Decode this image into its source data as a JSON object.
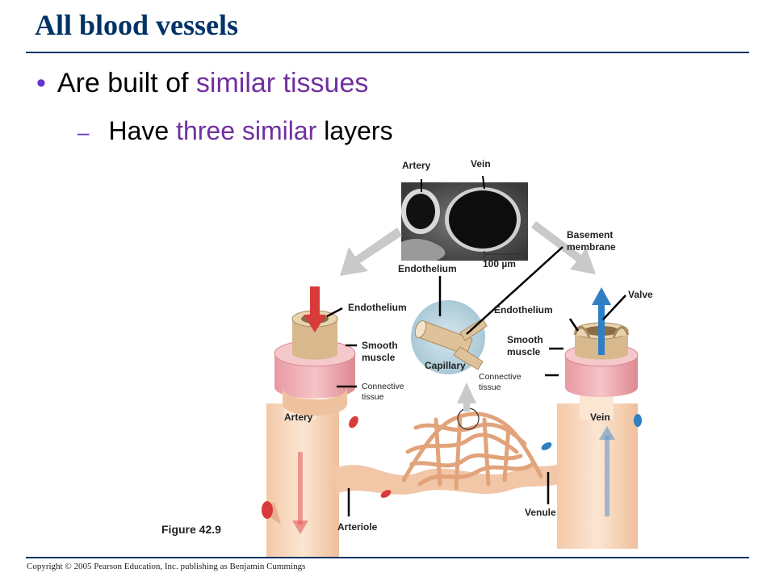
{
  "slide": {
    "title": "All blood vessels",
    "bullet1": {
      "pre": "Are built of ",
      "highlight": "similar tissues",
      "post": ""
    },
    "bullet2": {
      "pre": "Have ",
      "highlight": "three similar",
      "post": " layers"
    },
    "figure_caption": "Figure 42.9",
    "copyright": "Copyright © 2005 Pearson Education, Inc. publishing as Benjamin Cummings"
  },
  "colors": {
    "title": "#003366",
    "highlight": "#7030a0",
    "rule": "#003366"
  },
  "diagram": {
    "micrograph_artery": "Artery",
    "micrograph_vein": "Vein",
    "scale_bar": "100 µm",
    "basement_membrane": "Basement\nmembrane",
    "capillary_endothelium": "Endothelium",
    "capillary": "Capillary",
    "valve": "Valve",
    "artery_endothelium": "Endothelium",
    "artery_smooth_muscle": "Smooth\nmuscle",
    "artery_connective": "Connective\ntissue",
    "vein_endothelium": "Endothelium",
    "vein_smooth_muscle": "Smooth\nmuscle",
    "vein_connective": "Connective\ntissue",
    "artery": "Artery",
    "vein": "Vein",
    "arteriole": "Arteriole",
    "venule": "Venule"
  }
}
